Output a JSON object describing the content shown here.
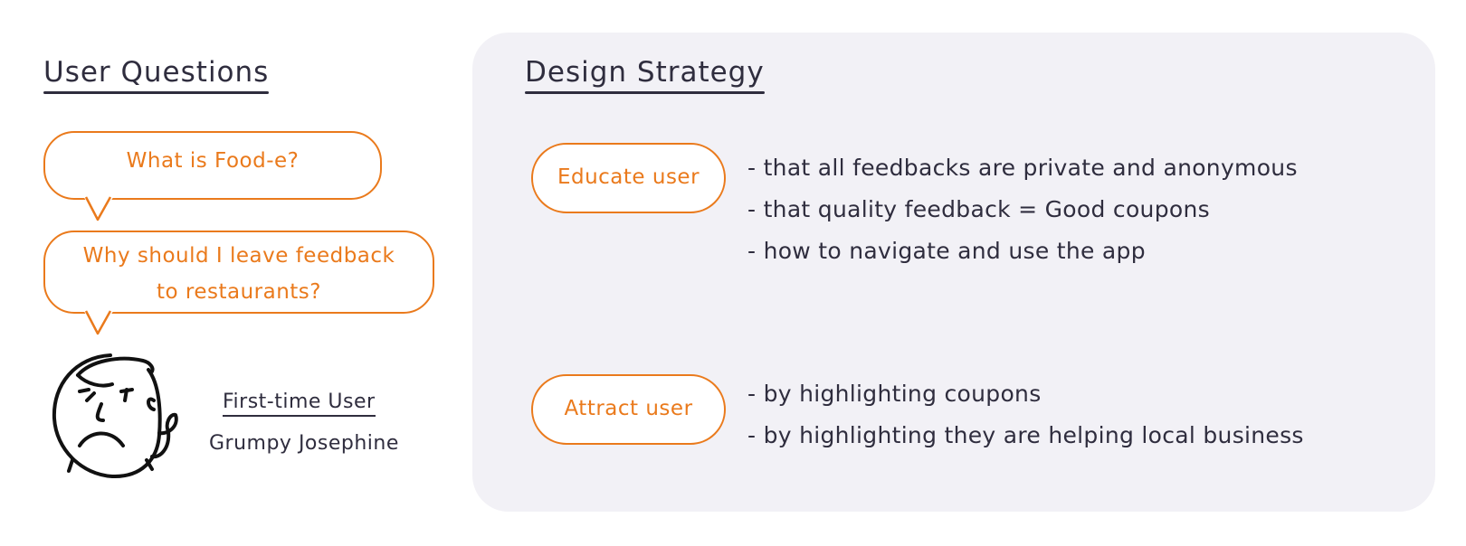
{
  "left": {
    "heading": "User Questions",
    "questions": [
      {
        "line1": "What is Food-e?",
        "line2": ""
      },
      {
        "line1": "Why should I leave feedback",
        "line2": "to restaurants?"
      }
    ],
    "persona": {
      "role": "First-time User",
      "name": "Grumpy Josephine",
      "icon": "grumpy-face-icon"
    }
  },
  "right": {
    "heading": "Design Strategy",
    "strategies": [
      {
        "label": "Educate user",
        "points": [
          "- that all feedbacks are private and anonymous",
          "- that quality feedback = Good coupons",
          "- how to navigate and use the app"
        ]
      },
      {
        "label": "Attract user",
        "points": [
          "- by highlighting coupons",
          "- by highlighting they are helping local business"
        ]
      }
    ]
  },
  "colors": {
    "accent": "#ea7a1c",
    "text": "#2f2d3e",
    "panel": "#f2f1f6"
  }
}
